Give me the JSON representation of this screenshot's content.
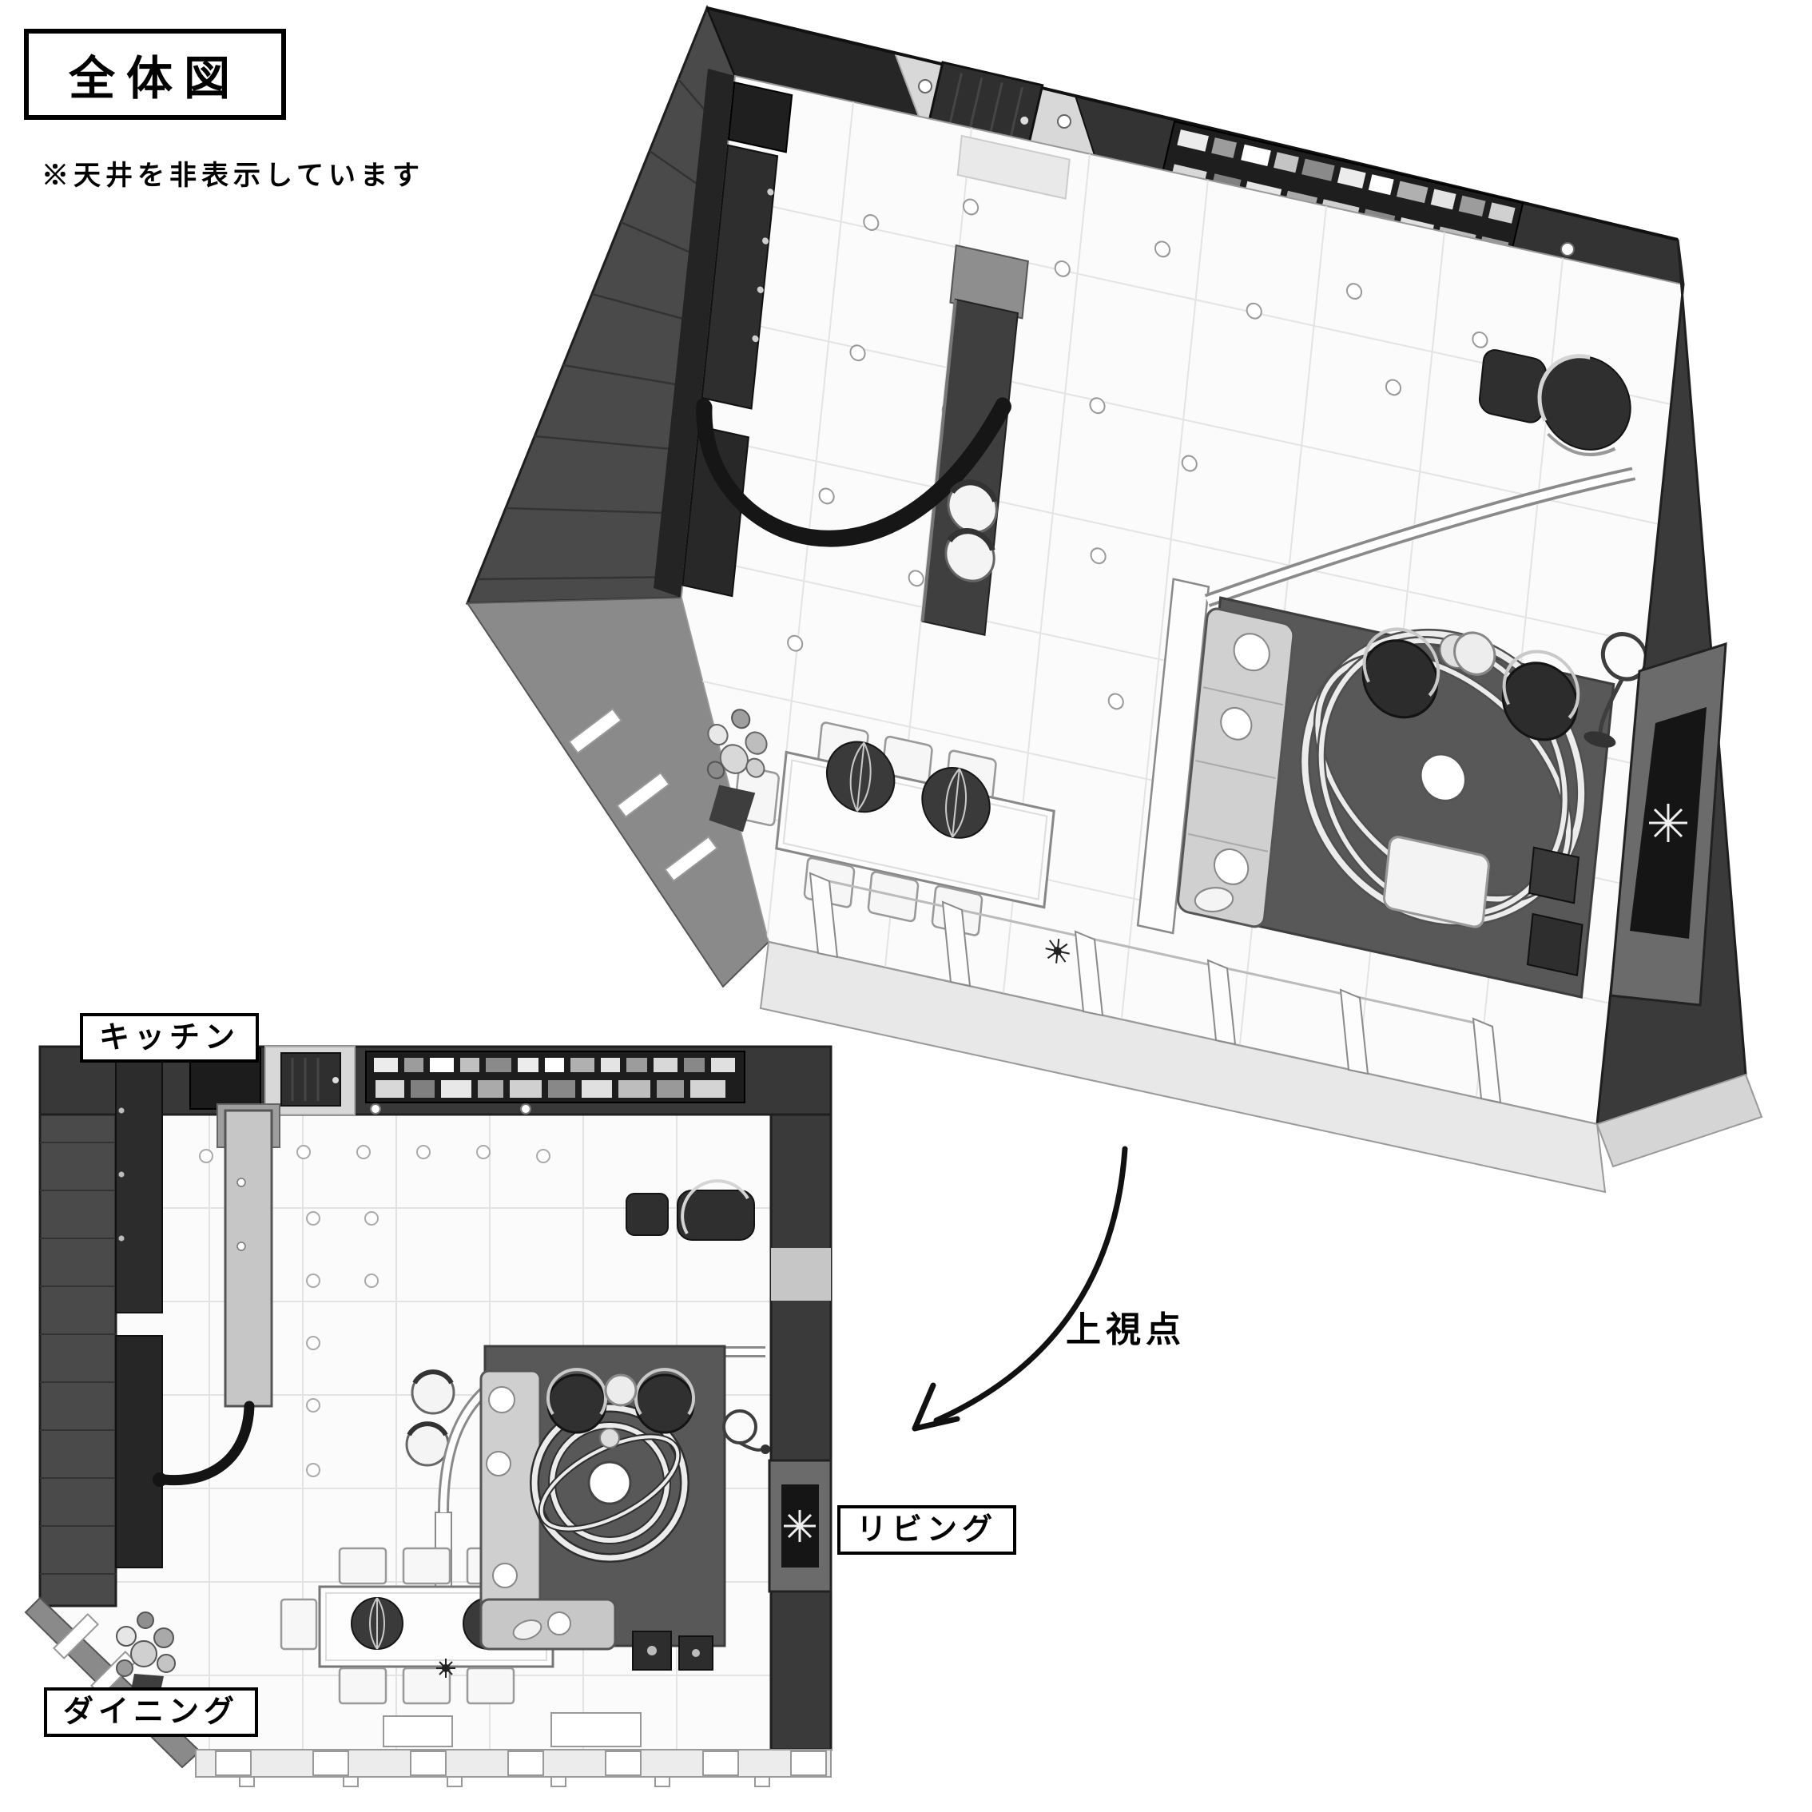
{
  "title": "全体図",
  "note": "※天井を非表示しています",
  "labels": {
    "kitchen": "キッチン",
    "dining": "ダイニング",
    "living": "リビング",
    "viewpoint": "上視点"
  },
  "colors": {
    "wall_dark": "#383838",
    "wall_brick": "#4a4a4a",
    "floor": "#fbfbfb",
    "rug": "#585858",
    "ink": "#111111"
  }
}
